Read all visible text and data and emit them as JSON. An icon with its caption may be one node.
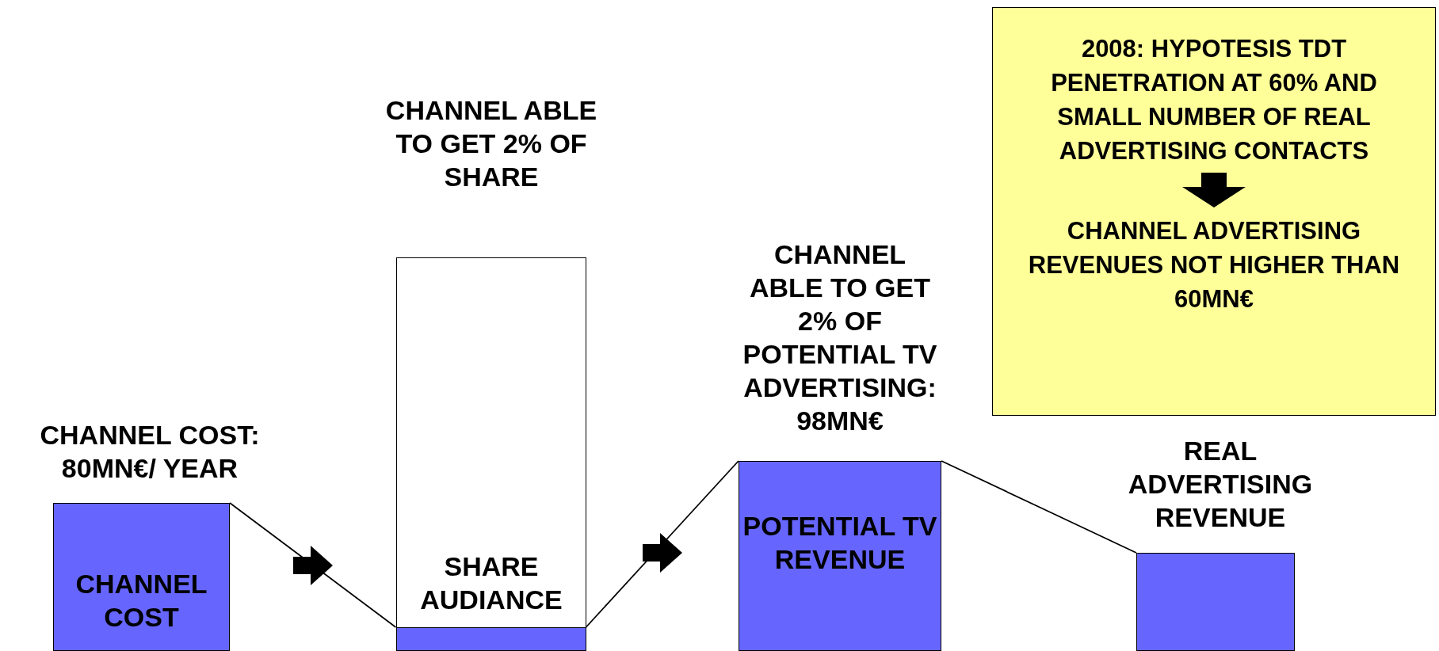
{
  "diagram": {
    "nodes": [
      {
        "text": [
          "CHANNEL COST"
        ],
        "beside": [
          "CHANNEL COST: 80MN€/ YEAR"
        ]
      },
      {
        "text": [
          "SHARE AUDIANCE"
        ],
        "beside": [
          "CHANNEL ABLE TO GET 2% OF SHARE"
        ]
      },
      {
        "text": [],
        "shape": "bar",
        "in": 1
      },
      {
        "text": [
          "POTENTIAL TV REVENUE"
        ],
        "beside": [
          "CHANNEL ABLE TO GET 2% OF POTENTIAL TV ADVERTISING: 98MN€"
        ]
      },
      {
        "text": [],
        "shape": "bar",
        "beside": [
          "REAL ADVERTISING REVENUE"
        ]
      },
      {
        "text": [
          "2008: HYPOTESIS TDT PENETRATION AT 60% AND SMALL NUMBER OF REAL ADVERTISING CONTACTS",
          "CHANNEL ADVERTISING REVENUES NOT HIGHER THAN 60MN€"
        ]
      }
    ],
    "edges": [
      {
        "from": 0,
        "to": 2,
        "arrow": "none"
      },
      {
        "from": 2,
        "to": 3,
        "arrow": "none"
      },
      {
        "from": 3,
        "to": 4,
        "arrow": "none"
      }
    ]
  }
}
